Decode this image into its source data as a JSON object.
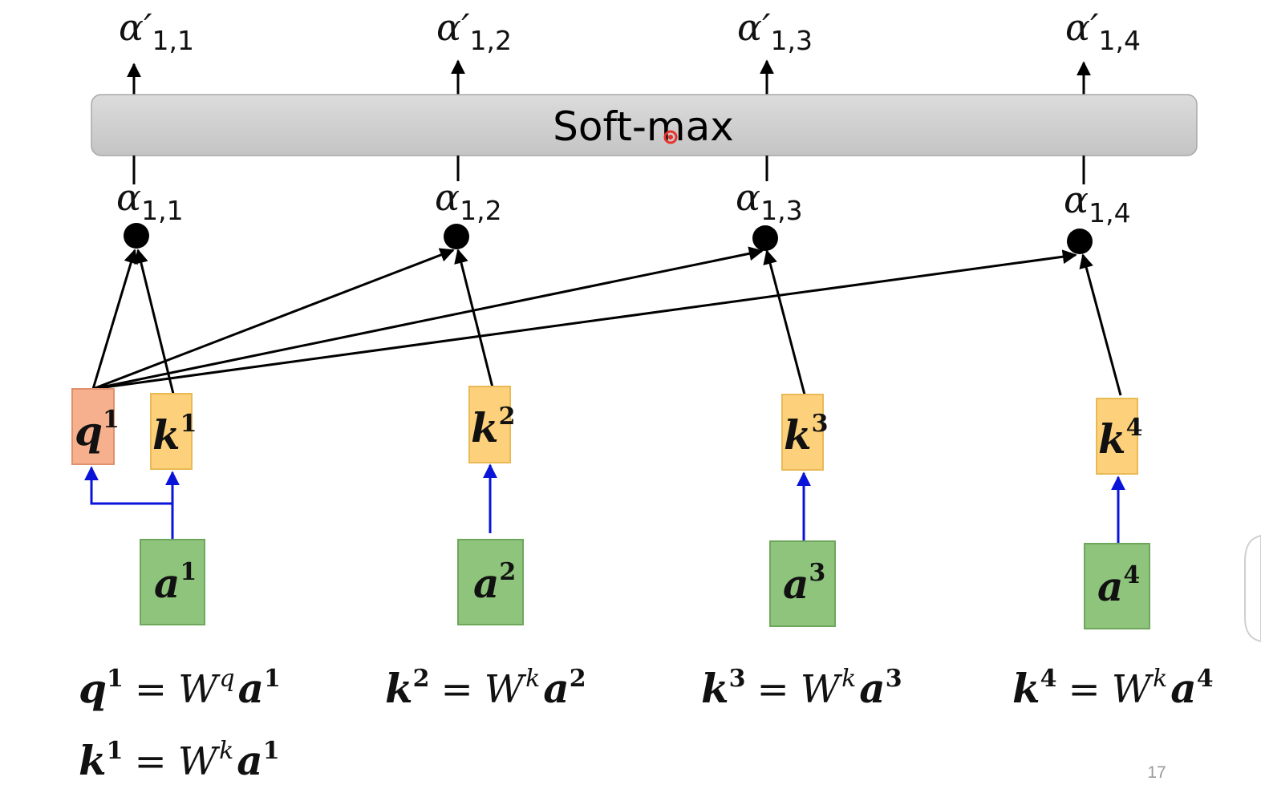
{
  "softmax": {
    "label": "Soft-max"
  },
  "outputs": [
    {
      "base": "α′",
      "sub": "1,1"
    },
    {
      "base": "α′",
      "sub": "1,2"
    },
    {
      "base": "α′",
      "sub": "1,3"
    },
    {
      "base": "α′",
      "sub": "1,4"
    }
  ],
  "scores": [
    {
      "base": "α",
      "sub": "1,1"
    },
    {
      "base": "α",
      "sub": "1,2"
    },
    {
      "base": "α",
      "sub": "1,3"
    },
    {
      "base": "α",
      "sub": "1,4"
    }
  ],
  "query": {
    "base": "q",
    "sup": "1"
  },
  "keys": [
    {
      "base": "k",
      "sup": "1"
    },
    {
      "base": "k",
      "sup": "2"
    },
    {
      "base": "k",
      "sup": "3"
    },
    {
      "base": "k",
      "sup": "4"
    }
  ],
  "inputs": [
    {
      "base": "a",
      "sup": "1"
    },
    {
      "base": "a",
      "sup": "2"
    },
    {
      "base": "a",
      "sup": "3"
    },
    {
      "base": "a",
      "sup": "4"
    }
  ],
  "equations": [
    {
      "lhs": "q",
      "lhs_sup": "1",
      "eq": "=",
      "w": "W",
      "w_sup": "q",
      "rhs": "a",
      "rhs_sup": "1"
    },
    {
      "lhs": "k",
      "lhs_sup": "2",
      "eq": "=",
      "w": "W",
      "w_sup": "k",
      "rhs": "a",
      "rhs_sup": "2"
    },
    {
      "lhs": "k",
      "lhs_sup": "3",
      "eq": "=",
      "w": "W",
      "w_sup": "k",
      "rhs": "a",
      "rhs_sup": "3"
    },
    {
      "lhs": "k",
      "lhs_sup": "4",
      "eq": "=",
      "w": "W",
      "w_sup": "k",
      "rhs": "a",
      "rhs_sup": "4"
    },
    {
      "lhs": "k",
      "lhs_sup": "1",
      "eq": "=",
      "w": "W",
      "w_sup": "k",
      "rhs": "a",
      "rhs_sup": "1"
    }
  ],
  "page_number": "17",
  "colors": {
    "softmax_fill": "#cfcfcf",
    "query_fill": "#f7b08e",
    "key_fill": "#fdd17c",
    "input_fill": "#8ec47c",
    "blue_arrow": "#0a14d8",
    "black_arrow": "#000000"
  }
}
